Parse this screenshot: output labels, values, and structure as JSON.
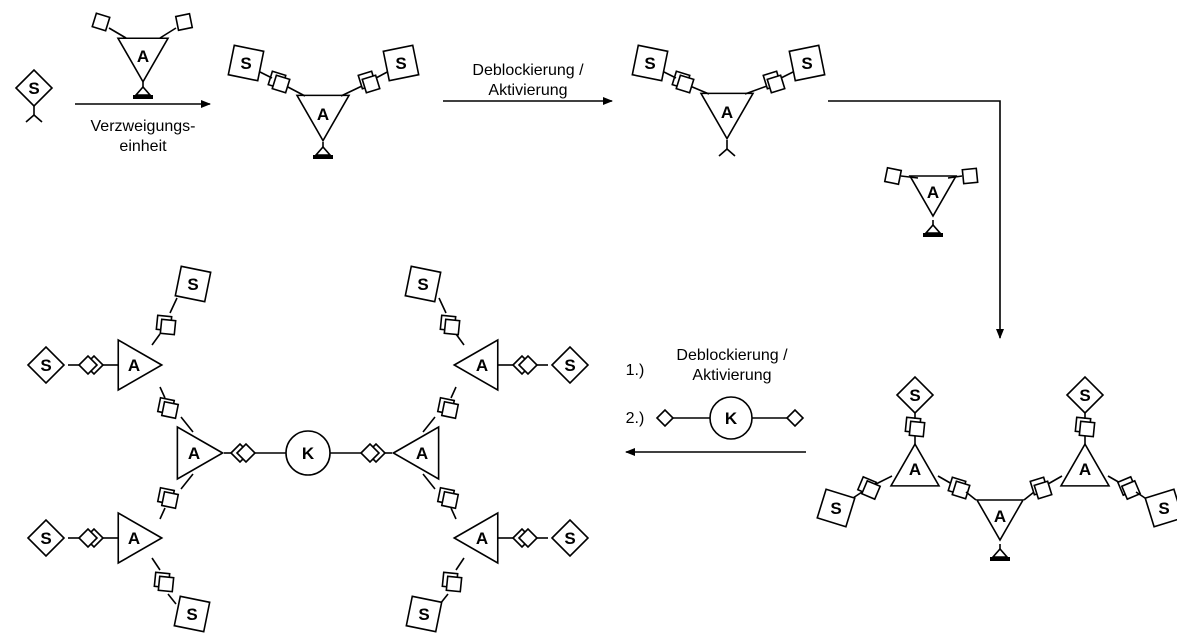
{
  "labels": {
    "surface": "S",
    "branching_unit": "A",
    "core": "K",
    "branching_caption_line1": "Verzweigungs-",
    "branching_caption_line2": "einheit",
    "deblock_line1": "Deblockierung /",
    "deblock_line2": "Aktivierung",
    "step1_prefix": "1.)",
    "step2_prefix": "2.)",
    "step1_line1": "Deblockierung /",
    "step1_line2": "Aktivierung"
  },
  "colors": {
    "stroke": "#000000",
    "background": "#ffffff"
  }
}
